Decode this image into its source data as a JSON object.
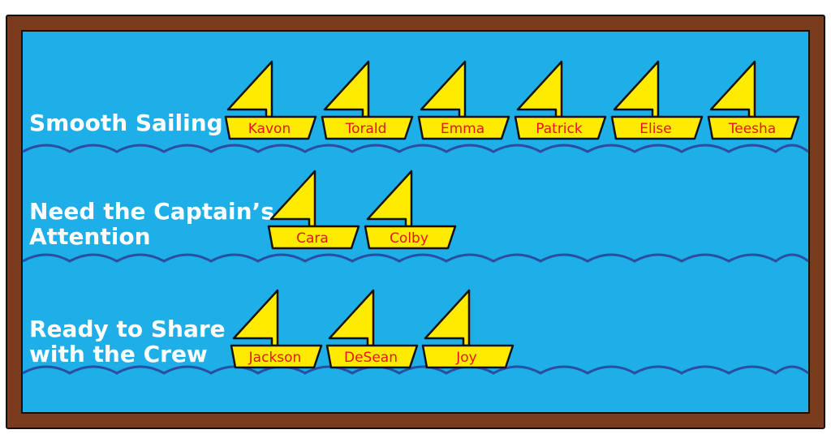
{
  "colors": {
    "frame": "#7a3b1e",
    "water": "#1eaee8",
    "wave": "#2b4fa0",
    "sail": "#ffeb00",
    "outline": "#111111",
    "label_text": "#ffffff",
    "name_text": "#e8141c"
  },
  "rows": [
    {
      "label_lines": [
        "Smooth Sailing"
      ],
      "boats": [
        "Kavon",
        "Torald",
        "Emma",
        "Patrick",
        "Elise",
        "Teesha"
      ]
    },
    {
      "label_lines": [
        "Need the Captain’s",
        "Attention"
      ],
      "boats": [
        "Cara",
        "Colby"
      ]
    },
    {
      "label_lines": [
        "Ready to Share",
        "with the Crew"
      ],
      "boats": [
        "Jackson",
        "DeSean",
        "Joy"
      ]
    }
  ]
}
